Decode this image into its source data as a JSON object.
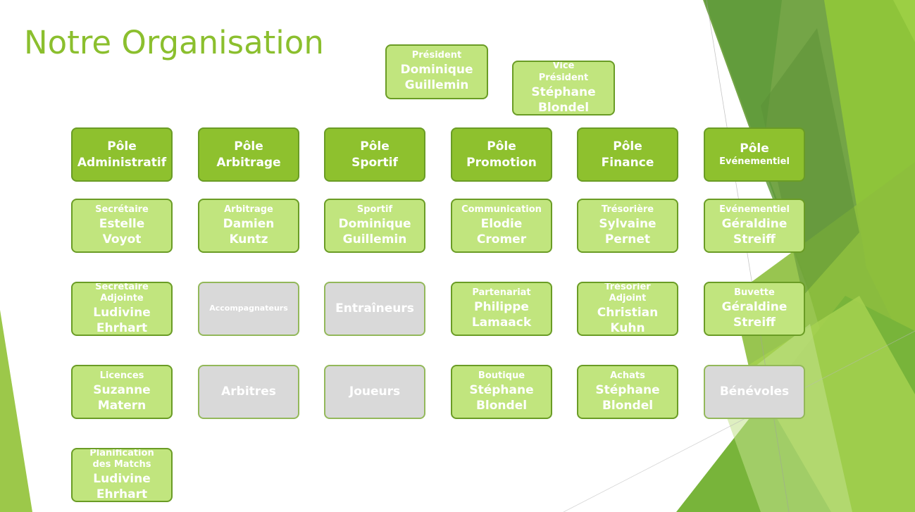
{
  "title": "Notre Organisation",
  "colors": {
    "title": "#8bbf2e",
    "light_box": "#c1e57e",
    "dark_box": "#8ec12e",
    "gray_box": "#d9d9d9",
    "border": "#6a9c25"
  },
  "president": {
    "role": "Président",
    "name": [
      "Dominique",
      "Guillemin"
    ]
  },
  "vice_president": {
    "role": [
      "Vice",
      "Président"
    ],
    "name": [
      "Stéphane",
      "Blondel"
    ]
  },
  "poles": [
    {
      "line1": "Pôle",
      "line2": "Administratif"
    },
    {
      "line1": "Pôle",
      "line2": "Arbitrage"
    },
    {
      "line1": "Pôle",
      "line2": "Sportif"
    },
    {
      "line1": "Pôle",
      "line2": "Promotion"
    },
    {
      "line1": "Pôle",
      "line2": "Finance"
    },
    {
      "line1": "Pôle",
      "line2": "Evénementiel"
    }
  ],
  "row1": [
    {
      "role": "Secrétaire",
      "name": [
        "Estelle",
        "Voyot"
      ]
    },
    {
      "role": "Arbitrage",
      "name": [
        "Damien",
        "Kuntz"
      ]
    },
    {
      "role": "Sportif",
      "name": [
        "Dominique",
        "Guillemin"
      ]
    },
    {
      "role": "Communication",
      "name": [
        "Elodie",
        "Cromer"
      ]
    },
    {
      "role": "Trésorière",
      "name": [
        "Sylvaine",
        "Pernet"
      ]
    },
    {
      "role": "Evénementiel",
      "name": [
        "Géraldine",
        "Streiff"
      ]
    }
  ],
  "row2": {
    "secretaire_adjointe": {
      "role": [
        "Secrétaire",
        "Adjointe"
      ],
      "name": [
        "Ludivine",
        "Ehrhart"
      ]
    },
    "accompagnateurs": "Accompagnateurs",
    "entraineurs": "Entraîneurs",
    "partenariat": {
      "role": "Partenariat",
      "name": [
        "Philippe",
        "Lamaack"
      ]
    },
    "tresorier_adjoint": {
      "role": [
        "Trésorier",
        "Adjoint"
      ],
      "name": [
        "Christian",
        "Kuhn"
      ]
    },
    "buvette": {
      "role": "Buvette",
      "name": [
        "Géraldine",
        "Streiff"
      ]
    }
  },
  "row3": {
    "licences": {
      "role": "Licences",
      "name": [
        "Suzanne",
        "Matern"
      ]
    },
    "arbitres": "Arbitres",
    "joueurs": "Joueurs",
    "boutique": {
      "role": "Boutique",
      "name": [
        "Stéphane",
        "Blondel"
      ]
    },
    "achats": {
      "role": "Achats",
      "name": [
        "Stéphane",
        "Blondel"
      ]
    },
    "benevoles": "Bénévoles"
  },
  "row4": {
    "planification": {
      "role": [
        "Planification",
        "des Matchs"
      ],
      "name": [
        "Ludivine",
        "Ehrhart"
      ]
    }
  }
}
